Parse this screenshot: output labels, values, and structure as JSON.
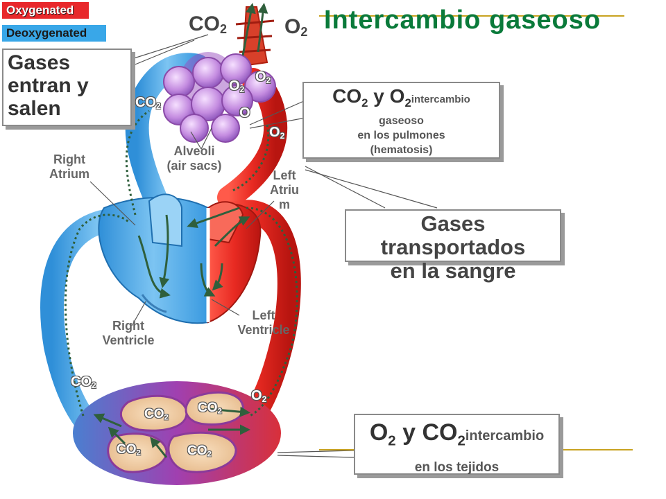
{
  "legend": {
    "oxygenated": "Oxygenated",
    "deoxygenated": "Deoxygenated"
  },
  "title": "Intercambio gaseoso",
  "top_gases": {
    "co2": "CO",
    "co2_sub": "2",
    "o2": "O",
    "o2_sub": "2"
  },
  "callouts": {
    "gases": {
      "line1": "Gases",
      "line2": "entran y",
      "line3": "salen"
    },
    "hematosis": {
      "main": "CO",
      "main_sub": "2",
      "main_mid": " y O",
      "main_sub2": "2",
      "main_tail": " intercambio",
      "line2": "gaseoso",
      "line3": "en los pulmones",
      "line4": "(hematosis)"
    },
    "transport": {
      "line1": "Gases transportados",
      "line2": "en la sangre"
    },
    "tissue": {
      "main": "O",
      "main_sub": "2",
      "main_mid": " y CO",
      "main_sub2": "2",
      "main_tail": "  intercambio",
      "line2": "en los tejidos"
    }
  },
  "labels": {
    "alveoli_1": "Alveoli",
    "alveoli_2": "(air sacs)",
    "right_atrium_1": "Right",
    "right_atrium_2": "Atrium",
    "left_atrium_1": "Left",
    "left_atrium_2": "Atriu",
    "left_atrium_3": "m",
    "right_ventricle_1": "Right",
    "right_ventricle_2": "Ventricle",
    "left_ventricle_1": "Left",
    "left_ventricle_2": "Ventricle"
  },
  "gas_markers": {
    "co2": "CO",
    "o2": "O",
    "sub": "2"
  },
  "colors": {
    "oxygenated": "#e8282b",
    "deoxygenated": "#39a7e8",
    "title": "#0a7a3a",
    "arrow": "#2f5f3c",
    "alveoli": "#b978d8",
    "tissue": "#f1cfa4",
    "capillary": "#8a3a9a"
  }
}
